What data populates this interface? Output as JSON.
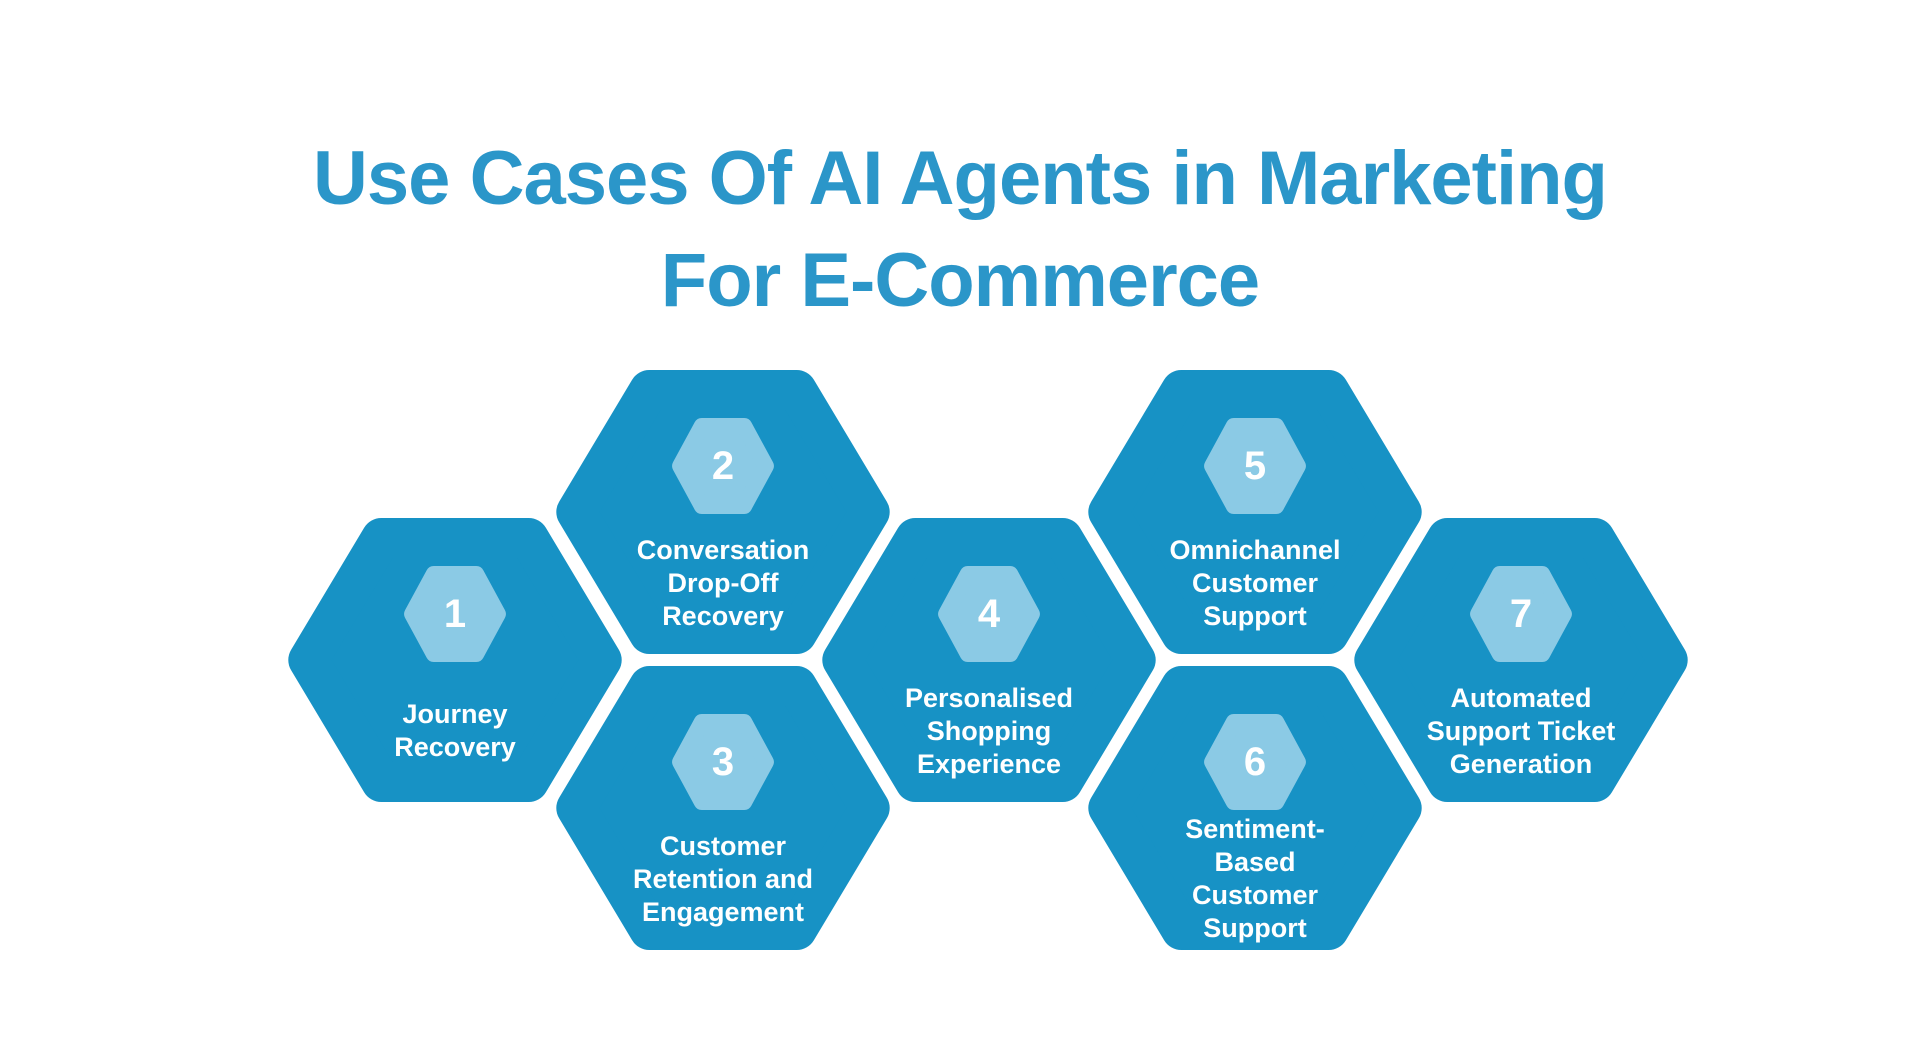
{
  "title": "Use Cases Of AI Agents in Marketing\nFor E-Commerce",
  "colors": {
    "title_blue": "#2B96C9",
    "hexagon_blue": "#1792C5",
    "badge_light_blue": "#8BCAE5",
    "text_white": "#FFFFFF",
    "background": "#FFFFFF"
  },
  "hexagons": [
    {
      "number": "1",
      "label": "Journey\nRecovery"
    },
    {
      "number": "2",
      "label": "Conversation\nDrop-Off\nRecovery"
    },
    {
      "number": "3",
      "label": "Customer\nRetention and\nEngagement"
    },
    {
      "number": "4",
      "label": "Personalised\nShopping\nExperience"
    },
    {
      "number": "5",
      "label": "Omnichannel\nCustomer\nSupport"
    },
    {
      "number": "6",
      "label": "Sentiment-\nBased\nCustomer\nSupport"
    },
    {
      "number": "7",
      "label": "Automated\nSupport Ticket\nGeneration"
    }
  ]
}
